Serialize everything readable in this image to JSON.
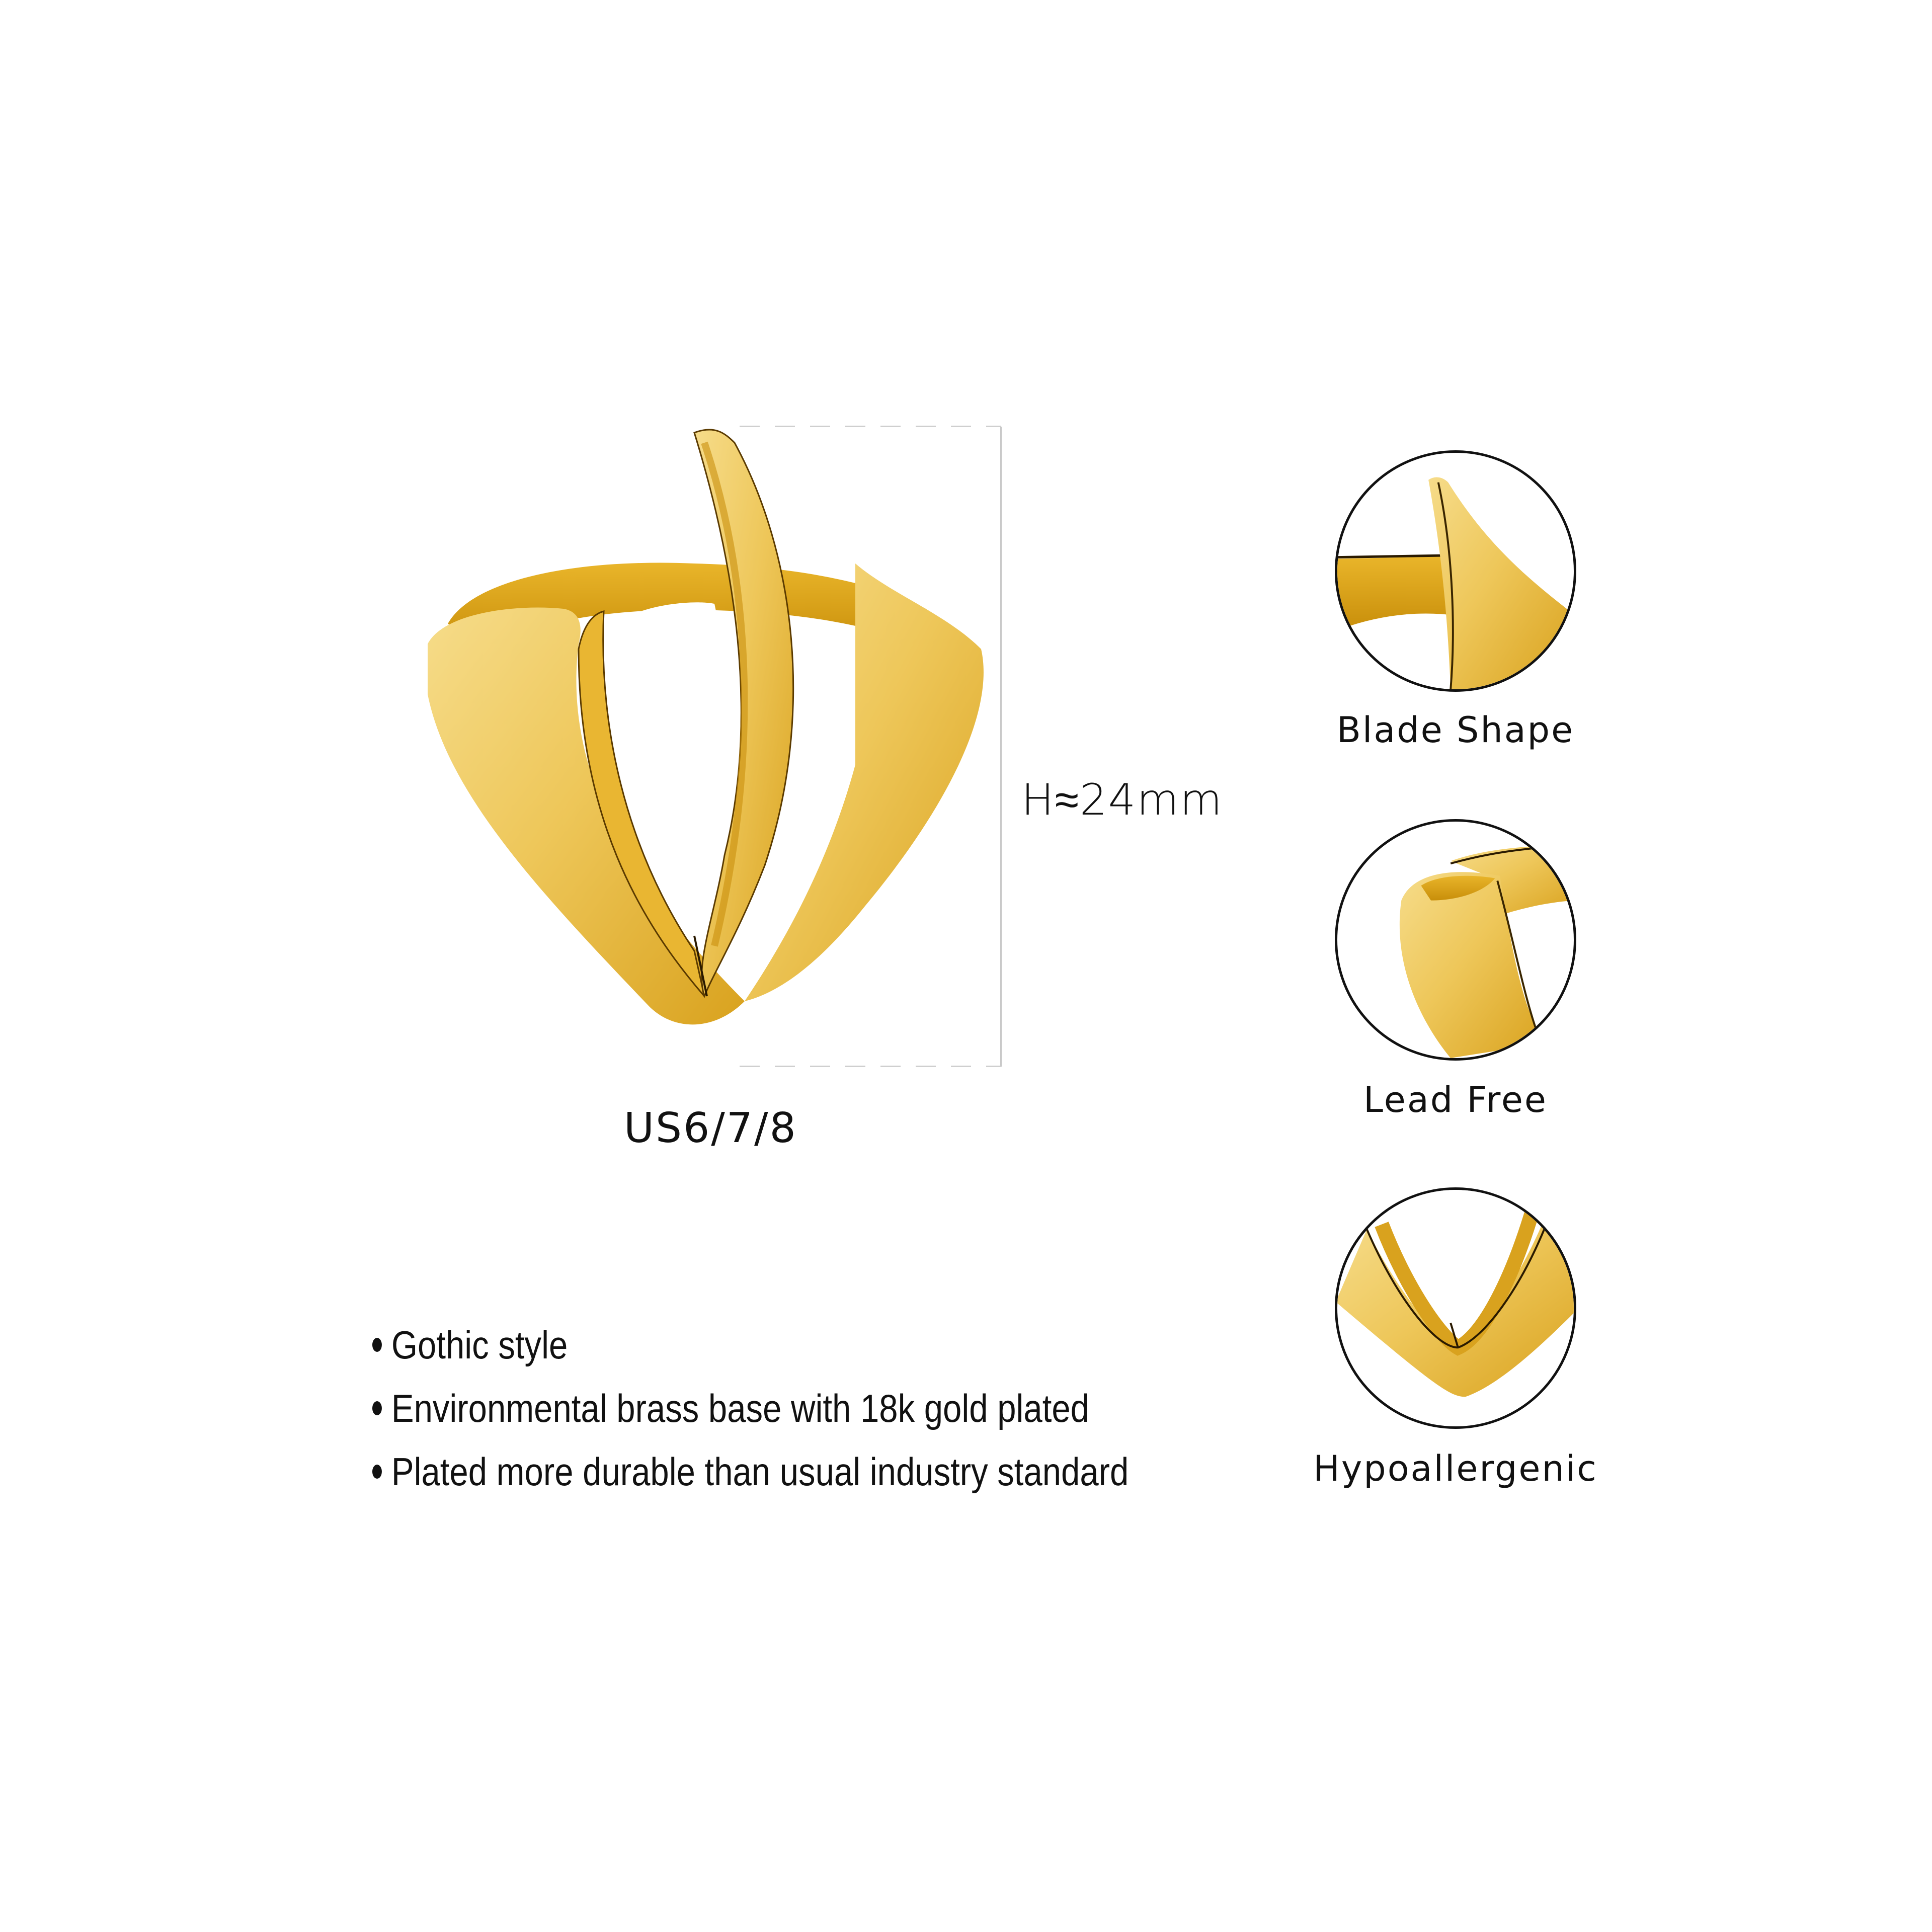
{
  "product": {
    "main_image": {
      "icon": "gold-blade-ring-illustration",
      "alt": "Gold blade shape ring"
    },
    "dimension": {
      "label": "H≈24mm"
    },
    "size": {
      "label": "US6/7/8"
    },
    "colors": {
      "gold_light": "#F2D37A",
      "gold_mid": "#E8B93C",
      "gold_dark": "#C98F0E",
      "edge": "#3a2600",
      "text": "#111111",
      "dimension_line": "#C9C9C9"
    }
  },
  "features": [
    {
      "label": "Blade Shape",
      "icon": "blade-closeup-icon"
    },
    {
      "label": "Lead Free",
      "icon": "shank-closeup-icon"
    },
    {
      "label": "Hypoallergenic",
      "icon": "v-point-closeup-icon"
    }
  ],
  "bullets": [
    {
      "text": "Gothic style"
    },
    {
      "text": "Environmental brass base with 18k gold plated"
    },
    {
      "text": "Plated more durable than usual industry standard"
    }
  ]
}
